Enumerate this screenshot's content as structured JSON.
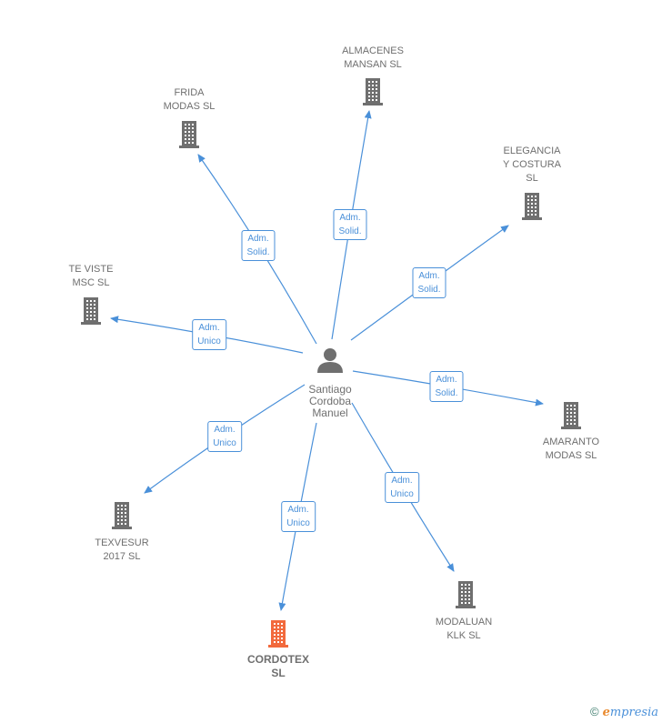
{
  "colors": {
    "edge": "#4a90d9",
    "company": "#6f6f6f",
    "highlight": "#f26a3d",
    "person": "#6f6f6f"
  },
  "center": {
    "name": "Santiago\nCordoba\nManuel",
    "icon": "person-icon"
  },
  "nodes": [
    {
      "id": "almacenes",
      "label": "ALMACENES\nMANSAN SL",
      "icon": "building-icon",
      "highlight": false
    },
    {
      "id": "frida",
      "label": "FRIDA\nMODAS SL",
      "icon": "building-icon",
      "highlight": false
    },
    {
      "id": "elegancia",
      "label": "ELEGANCIA\nY COSTURA\nSL",
      "icon": "building-icon",
      "highlight": false
    },
    {
      "id": "teviste",
      "label": "TE VISTE\nMSC  SL",
      "icon": "building-icon",
      "highlight": false
    },
    {
      "id": "amaranto",
      "label": "AMARANTO\nMODAS SL",
      "icon": "building-icon",
      "highlight": false
    },
    {
      "id": "texvesur",
      "label": "TEXVESUR\n2017  SL",
      "icon": "building-icon",
      "highlight": false
    },
    {
      "id": "modaluan",
      "label": "MODALUAN\nKLK  SL",
      "icon": "building-icon",
      "highlight": false
    },
    {
      "id": "cordotex",
      "label": "CORDOTEX\nSL",
      "icon": "building-icon",
      "highlight": true
    }
  ],
  "edges": [
    {
      "to": "almacenes",
      "label": "Adm.\nSolid."
    },
    {
      "to": "frida",
      "label": "Adm.\nSolid."
    },
    {
      "to": "elegancia",
      "label": "Adm.\nSolid."
    },
    {
      "to": "teviste",
      "label": "Adm.\nUnico"
    },
    {
      "to": "amaranto",
      "label": "Adm.\nSolid."
    },
    {
      "to": "texvesur",
      "label": "Adm.\nUnico"
    },
    {
      "to": "modaluan",
      "label": "Adm.\nUnico"
    },
    {
      "to": "cordotex",
      "label": "Adm.\nUnico"
    }
  ],
  "footer": {
    "copyright": "©",
    "brand_initial": "e",
    "brand_rest": "mpresia"
  }
}
